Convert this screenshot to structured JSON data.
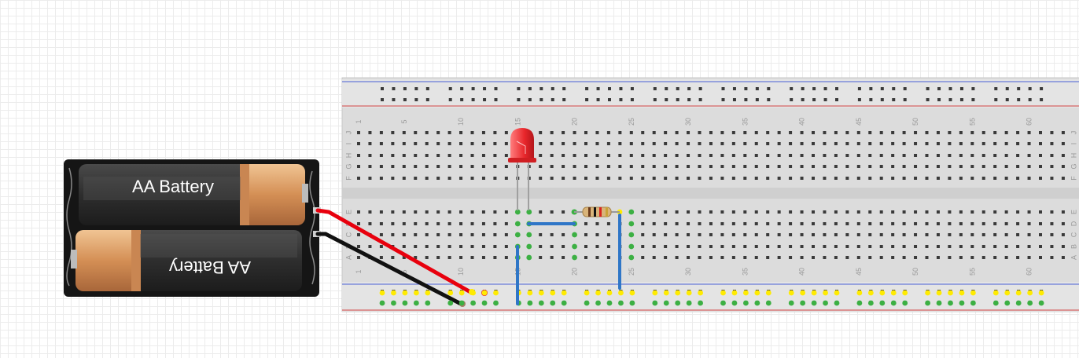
{
  "batteries": {
    "top_label": "AA Battery",
    "bottom_label": "AA Battery"
  },
  "breadboard": {
    "column_numbers": [
      "1",
      "5",
      "10",
      "15",
      "20",
      "25",
      "30",
      "35",
      "40",
      "45",
      "50",
      "55",
      "60"
    ],
    "top_row_letters": [
      "J",
      "I",
      "H",
      "G",
      "F"
    ],
    "bottom_row_letters": [
      "E",
      "D",
      "C",
      "B",
      "A"
    ]
  },
  "colors": {
    "wire_positive": "#e8000d",
    "wire_negative": "#111111",
    "jumper_wire": "#2f76c7",
    "led": "#e8262b",
    "highlight_connected": "#ffeb00",
    "highlight_row": "#3cb043",
    "rail_line_red": "#d24545",
    "rail_line_blue": "#4a5fd6"
  },
  "components": {
    "led": "led-icon",
    "resistor": "resistor-icon",
    "battery_holder": "battery-holder-icon"
  }
}
